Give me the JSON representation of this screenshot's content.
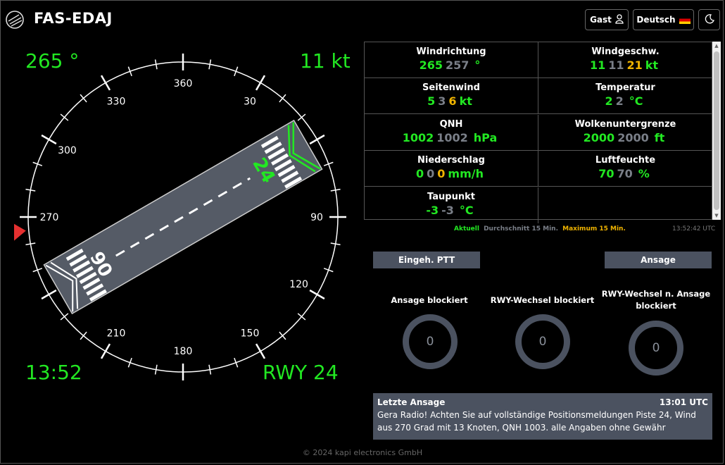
{
  "header": {
    "title": "FAS-EDAJ",
    "user_label": "Gast",
    "language_label": "Deutsch"
  },
  "compass": {
    "wind_direction": "265 °",
    "wind_speed": "11 kt",
    "time": "13:52",
    "runway": "RWY 24",
    "wind_deg": 265,
    "runway_heading_deg": 240,
    "runway_numbers": [
      "24",
      "06"
    ],
    "headings": [
      "360",
      "30",
      "90",
      "120",
      "150",
      "180",
      "210",
      "270",
      "300",
      "330"
    ],
    "colors": {
      "accent": "#22e822",
      "wind_arrow": "#e53030",
      "runway": "#555b66"
    }
  },
  "weather": {
    "cells": [
      {
        "label": "Windrichtung",
        "current": "265",
        "avg": "257",
        "max": "",
        "unit": "°"
      },
      {
        "label": "Windgeschw.",
        "current": "11",
        "avg": "11",
        "max": "21",
        "unit": "kt"
      },
      {
        "label": "Seitenwind",
        "current": "5",
        "avg": "3",
        "max": "6",
        "unit": "kt"
      },
      {
        "label": "Temperatur",
        "current": "2",
        "avg": "2",
        "max": "",
        "unit": "°C"
      },
      {
        "label": "QNH",
        "current": "1002",
        "avg": "1002",
        "max": "",
        "unit": "hPa"
      },
      {
        "label": "Wolkenuntergrenze",
        "current": "2000",
        "avg": "2000",
        "max": "",
        "unit": "ft"
      },
      {
        "label": "Niederschlag",
        "current": "0",
        "avg": "0",
        "max": "0",
        "unit": "mm/h"
      },
      {
        "label": "Luftfeuchte",
        "current": "70",
        "avg": "70",
        "max": "",
        "unit": "%"
      },
      {
        "label": "Taupunkt",
        "current": "-3",
        "avg": "-3",
        "max": "",
        "unit": "°C"
      },
      {
        "label": "",
        "current": "",
        "avg": "",
        "max": "",
        "unit": ""
      }
    ],
    "legend": {
      "current": "Aktuell",
      "avg": "Durchschnitt 15 Min.",
      "max": "Maximum 15 Min."
    },
    "timestamp": "13:52:42 UTC",
    "colors": {
      "current": "#22e822",
      "avg": "#7a7f88",
      "max": "#f0b400"
    }
  },
  "controls": {
    "ptt_label": "Eingeh. PTT",
    "announce_label": "Ansage",
    "blocks": [
      {
        "label": "Ansage blockiert",
        "value": "0"
      },
      {
        "label": "RWY-Wechsel blockiert",
        "value": "0"
      },
      {
        "label": "RWY-Wechsel n. Ansage blockiert",
        "value": "0"
      }
    ]
  },
  "last_announcement": {
    "title": "Letzte Ansage",
    "time": "13:01 UTC",
    "text": "Gera Radio! Achten Sie auf vollständige Positionsmeldungen Piste 24, Wind aus 270 Grad mit 13 Knoten, QNH 1003. alle Angaben ohne Gewähr"
  },
  "footer": "© 2024 kapi electronics GmbH"
}
